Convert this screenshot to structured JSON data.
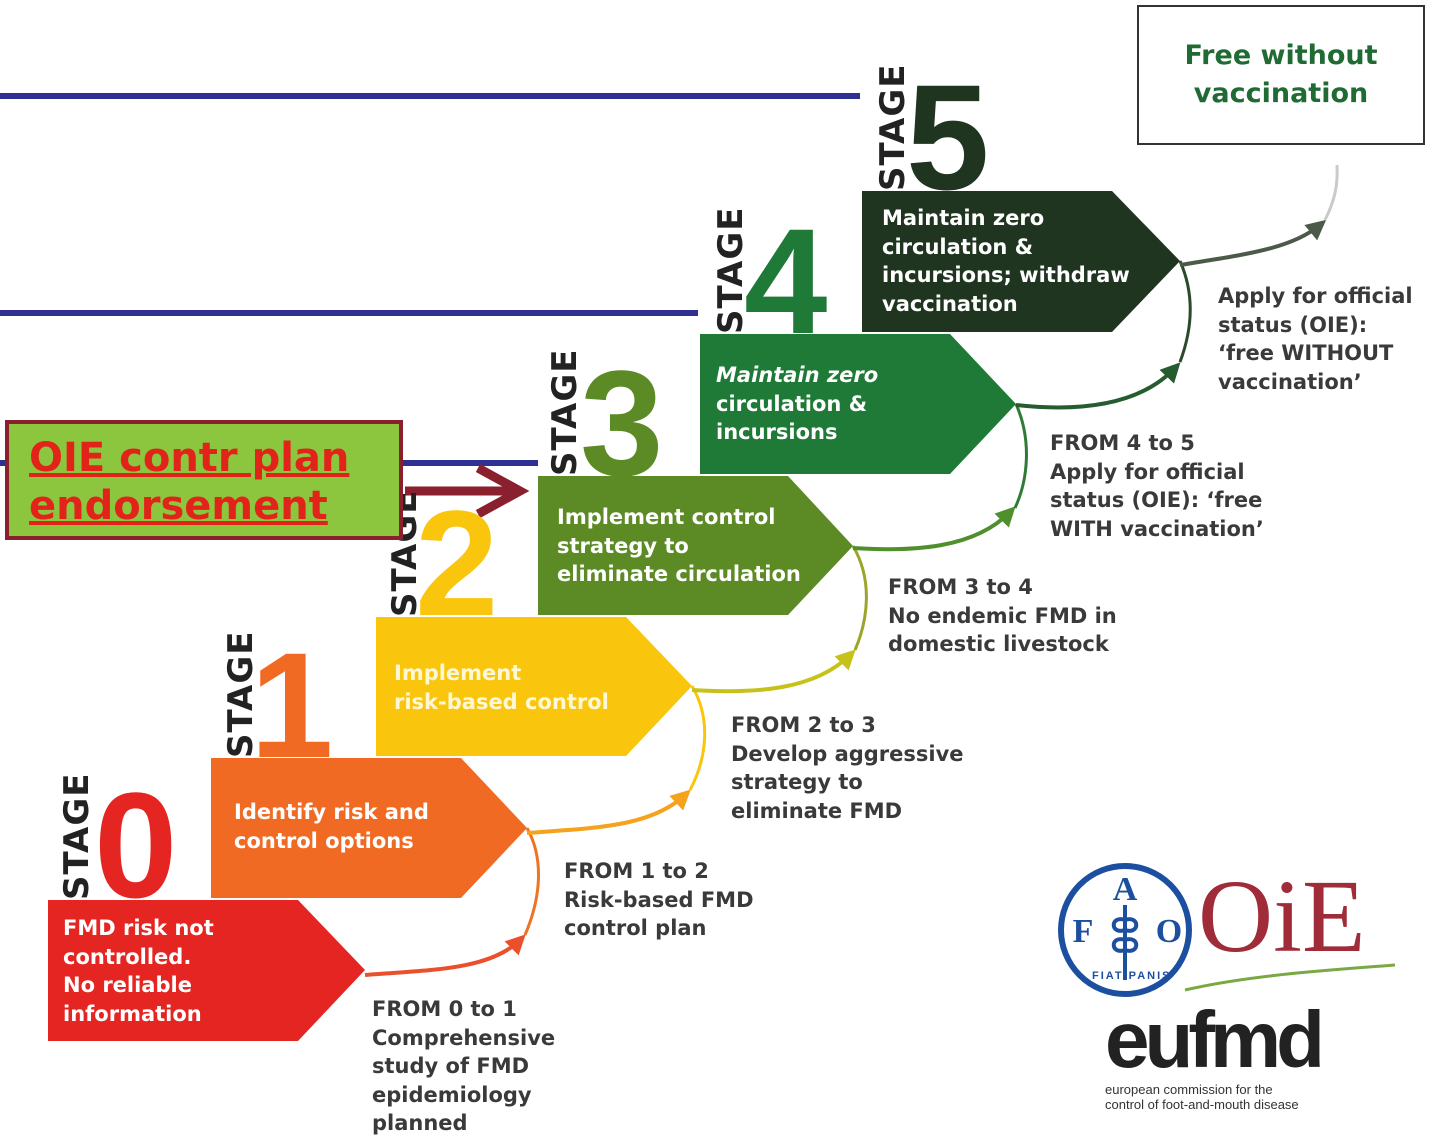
{
  "goal_box": {
    "lines": [
      "Free without",
      "vaccination"
    ]
  },
  "endorsement_box": {
    "lines": [
      "OIE contr plan",
      "endorsement"
    ]
  },
  "stage_word": "STAGE",
  "stages": [
    {
      "number": "0",
      "color": "#e52521",
      "lines": [
        "FMD risk not",
        "controlled.",
        "No reliable",
        "information"
      ]
    },
    {
      "number": "1",
      "color": "#f06a23",
      "lines": [
        "Identify risk and",
        "control options"
      ]
    },
    {
      "number": "2",
      "color": "#f9c60d",
      "lines": [
        "Implement",
        "risk-based control"
      ]
    },
    {
      "number": "3",
      "color": "#5c8a24",
      "lines": [
        "Implement control",
        "strategy to",
        "eliminate circulation"
      ]
    },
    {
      "number": "4",
      "color": "#1f7a38",
      "lines": [
        "Maintain zero",
        "circulation &",
        "incursions"
      ]
    },
    {
      "number": "5",
      "color": "#1f3520",
      "lines": [
        "Maintain zero",
        "circulation &",
        "incursions; withdraw",
        "vaccination"
      ]
    }
  ],
  "transitions": [
    {
      "lines": [
        "FROM 0 to 1",
        "Comprehensive",
        "study of FMD",
        "epidemiology",
        "planned"
      ]
    },
    {
      "lines": [
        "FROM 1 to 2",
        "Risk-based FMD",
        "control plan"
      ]
    },
    {
      "lines": [
        "FROM 2 to 3",
        "Develop aggressive",
        "strategy to",
        "eliminate FMD"
      ]
    },
    {
      "lines": [
        "FROM 3 to 4",
        "No endemic FMD in",
        "domestic livestock"
      ]
    },
    {
      "lines": [
        "FROM 4 to 5",
        "Apply for official",
        "status (OIE): ‘free",
        "WITH vaccination’"
      ]
    },
    {
      "lines": [
        "Apply for official",
        "status (OIE):",
        "‘free WITHOUT",
        "vaccination’"
      ]
    }
  ],
  "logos": {
    "fao_text": "FIAT PANIS",
    "oie_text": "OiE",
    "eufmd_text": "eufmd",
    "eufmd_caption": [
      "european commission for the",
      "control of foot-and-mouth disease"
    ]
  },
  "colors": {
    "guide_line": "#2e3192",
    "endorse_fill": "#8cc63f",
    "endorse_border": "#8a1f2e",
    "endorse_text": "#e2231a"
  }
}
